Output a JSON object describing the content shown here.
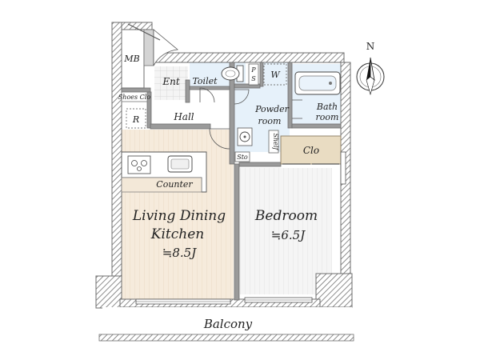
{
  "plan": {
    "rooms": {
      "mb": "MB",
      "entrance": "Ent",
      "shoes_closet": "Shoes Clo",
      "toilet": "Toilet",
      "pipe_space": [
        "P",
        "S"
      ],
      "washer": "W",
      "bath": [
        "Bath",
        "room"
      ],
      "powder": [
        "Powder",
        "room"
      ],
      "refrigerator": "R",
      "hall": "Hall",
      "shelf": "Shelf",
      "storage": "Sto",
      "closet": "Clo",
      "counter": "Counter",
      "ldk_name": [
        "Living Dining",
        "Kitchen"
      ],
      "ldk_size": "≒8.5J",
      "bedroom_name": "Bedroom",
      "bedroom_size": "≒6.5J",
      "balcony": "Balcony"
    },
    "compass": {
      "north": "N",
      "icon": "compass-icon"
    },
    "colors": {
      "wall": "#9a9a9a",
      "wall_dark": "#6e6e6e",
      "ldk_floor": "#f6ebdc",
      "bedroom_floor": "#f4f4f4",
      "wet_floor": "#e6f1fa",
      "closet_fill": "#e9dcc2",
      "hatch": "#707070"
    }
  }
}
